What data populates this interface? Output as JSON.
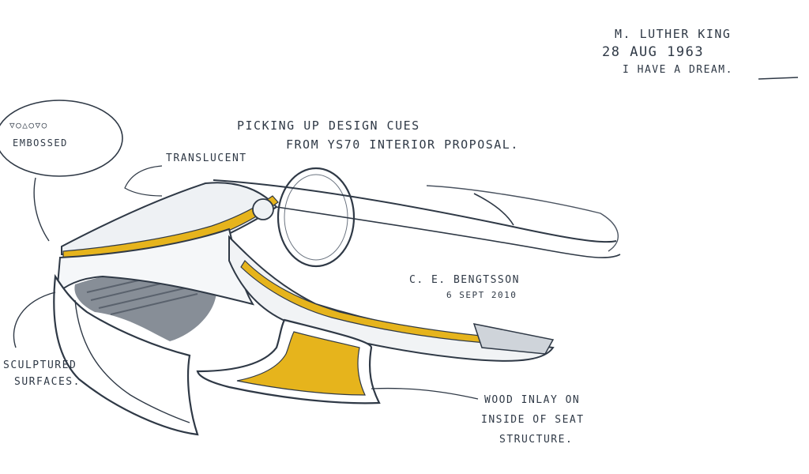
{
  "notes": {
    "signature_name": "M. LUTHER KING",
    "signature_date": "28 AUG 1963",
    "signature_quote": "I HAVE A DREAM.",
    "heading_line1": "PICKING UP DESIGN CUES",
    "heading_line2": "FROM YS70 INTERIOR PROPOSAL.",
    "translucent": "TRANSLUCENT",
    "embossed": "EMBOSSED",
    "embossed_symbols": "▽○△○▽○",
    "designer_name": "C. E. BENGTSSON",
    "designer_date": "6 SEPT 2010",
    "sculptured_line1": "SCULPTURED",
    "sculptured_line2": "SURFACES.",
    "wood_line1": "WOOD INLAY ON",
    "wood_line2": "INSIDE OF SEAT",
    "wood_line3": "STRUCTURE."
  },
  "colors": {
    "ink": "#2f3946",
    "shade": "#6b7480",
    "wood": "#e6b41c",
    "paper": "#ffffff"
  }
}
